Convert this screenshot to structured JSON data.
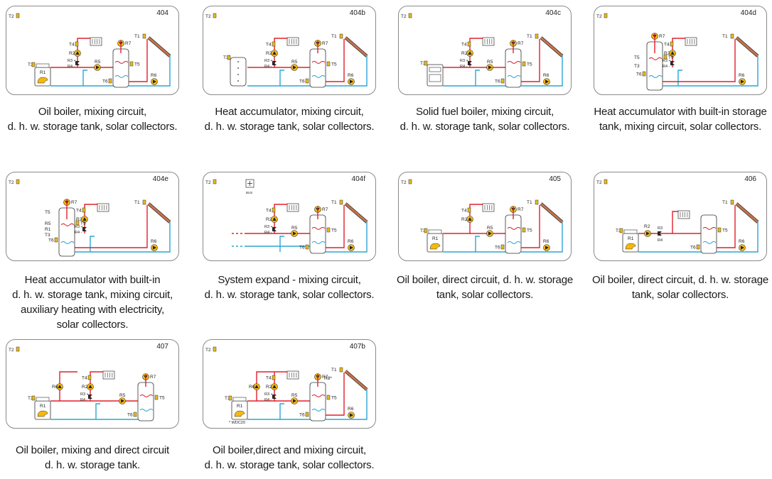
{
  "cards": [
    {
      "code": "404",
      "caption": [
        "Oil boiler, mixing circuit,",
        "d. h. w. storage tank, solar collectors."
      ]
    },
    {
      "code": "404b",
      "caption": [
        "Heat accumulator, mixing circuit,",
        "d. h. w. storage tank, solar collectors."
      ]
    },
    {
      "code": "404c",
      "caption": [
        "Solid fuel boiler, mixing circuit,",
        "d. h. w. storage tank, solar collectors."
      ]
    },
    {
      "code": "404d",
      "caption": [
        "Heat accumulator with built-in storage",
        "tank, mixing circuit, solar collectors."
      ]
    },
    {
      "code": "404e",
      "caption": [
        "Heat accumulator with built-in",
        "d. h. w. storage tank, mixing circuit,",
        "auxiliary heating with electricity,",
        "solar collectors."
      ]
    },
    {
      "code": "404f",
      "caption": [
        "System expand - mixing circuit,",
        "d. h. w. storage tank, solar collectors."
      ]
    },
    {
      "code": "405",
      "caption": [
        "Oil boiler, direct circuit, d. h. w. storage",
        "tank, solar collectors."
      ]
    },
    {
      "code": "406",
      "caption": [
        "Oil boiler, direct circuit, d. h. w. storage",
        "tank, solar collectors."
      ]
    },
    {
      "code": "407",
      "caption": [
        "Oil boiler, mixing and direct circuit",
        "d. h. w. storage tank."
      ]
    },
    {
      "code": "407b",
      "caption": [
        "Oil boiler,direct and mixing circuit,",
        "d. h. w. storage tank, solar collectors."
      ]
    }
  ],
  "labels": {
    "t1": "T1",
    "t2": "T2",
    "t3": "T3",
    "t4": "T4",
    "t5": "T5",
    "t6": "T6",
    "r1": "R1",
    "r2": "R2",
    "r3": "R3",
    "r4": "R4",
    "r5": "R5",
    "r6": "R6",
    "r7": "R7",
    "r3plus": "R3 +",
    "r4minus": "R4 -",
    "r8": "R8*",
    "bus": "BUS",
    "wdc": "* WDC20"
  },
  "colors": {
    "supply": "#e0202a",
    "return": "#2aa5d6",
    "pump": "#f5b80f",
    "sensor": "#e9b91a",
    "collector": "#c8734a",
    "outline": "#333333"
  }
}
